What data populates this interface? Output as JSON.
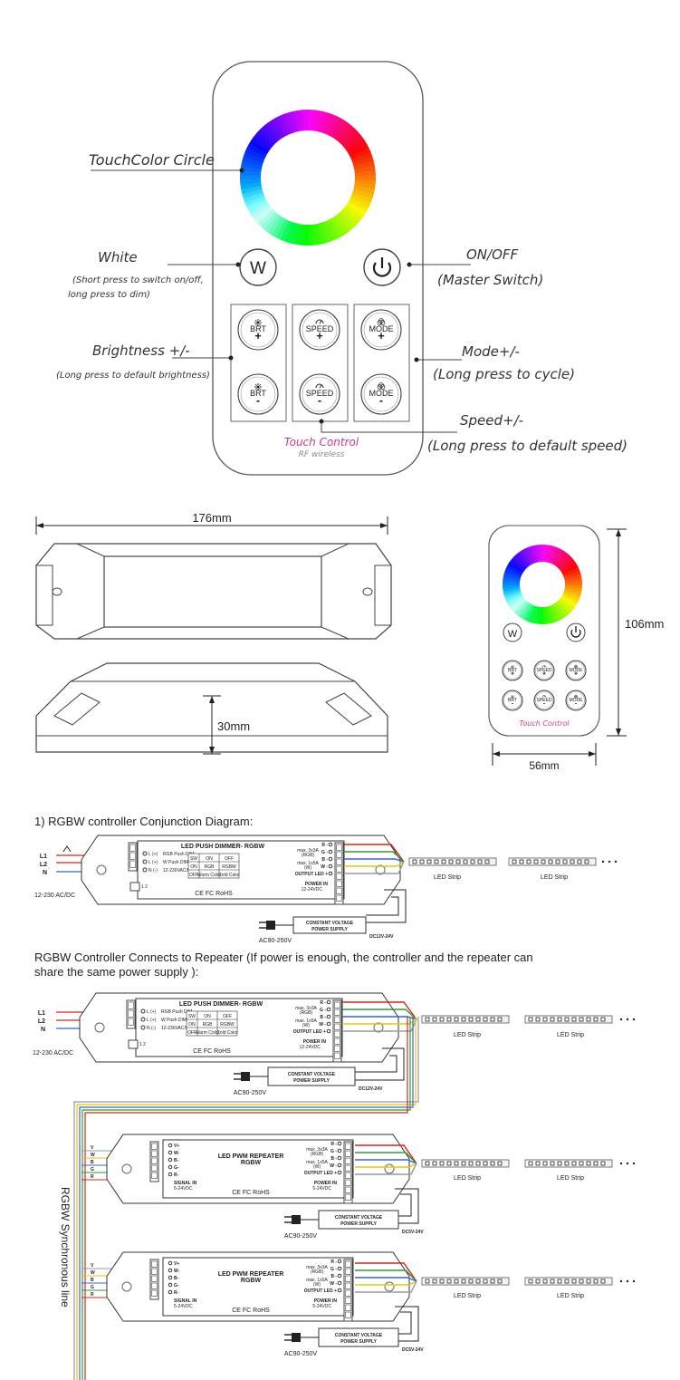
{
  "remote": {
    "callouts": {
      "touch_circle": "TouchColor Circle",
      "white": "White",
      "white_note1": "(Short press to switch on/off,",
      "white_note2": "long press to dim)",
      "onoff": "ON/OFF",
      "onoff_note": "(Master Switch)",
      "brightness": "Brightness +/-",
      "brightness_note": "(Long press to default brightness)",
      "mode": "Mode+/-",
      "mode_note": "(Long press to cycle)",
      "speed": "Speed+/-",
      "speed_note": "(Long press to default speed)"
    },
    "buttons": {
      "w": "W",
      "brt": "BRT",
      "speed": "SPEED",
      "mode": "MODE",
      "plus": "+",
      "minus": "-"
    },
    "brand": "Touch Control",
    "brand_sub": "RF wireless"
  },
  "dimensions": {
    "width": "176mm",
    "height": "30mm",
    "remote_height": "106mm",
    "remote_width": "56mm"
  },
  "diagram1": {
    "title": "1)  RGBW controller Conjunction Diagram:",
    "inputs": [
      "L1",
      "L2",
      "N"
    ],
    "mains": "12-230 AC/DC",
    "device_title": "LED  PUSH  DIMMER- RGBW",
    "left_terms": [
      "L (+)",
      "L (+)",
      "N (-)"
    ],
    "push_labels": [
      "RGB Push DIM",
      "W Push DIM",
      "12-230VAC/DC"
    ],
    "table": {
      "header": [
        "SW",
        "ON",
        "OFF"
      ],
      "rows": [
        [
          "ON",
          "RGB",
          "RGBW"
        ],
        [
          "OFF",
          "Warm Color",
          "Cold Color"
        ]
      ]
    },
    "ratings": [
      "max. 3x3A",
      "(RGB)",
      "max. 1x5A",
      "(W)"
    ],
    "outputs": [
      "R -",
      "G -",
      "B -",
      "W -",
      "OUTPUT LED +"
    ],
    "power_in": "POWER IN",
    "power_range": "12-24VDC",
    "cert": "CE FC RoHS",
    "dip": "1 2",
    "psu": [
      "CONSTANT VOLTAGE",
      "POWER SUPPLY"
    ],
    "ac": "AC90-250V",
    "dc": "DC12V-24V",
    "strip": "LED Strip"
  },
  "diagram2": {
    "title1": "RGBW Controller Connects to Repeater (If  power is enough,  the controller and the repeater can",
    "title2": "share the same power supply ):",
    "sync_line": "RGBW  Synchronous line",
    "repeater_title": "LED PWM REPEATER",
    "repeater_sub": "RGBW",
    "repeater_inputs": [
      "V+",
      "W-",
      "B-",
      "G-",
      "R-"
    ],
    "signal_in": "SIGNAL IN",
    "signal_range": "5-24VDC",
    "repeater_power": "5-24VDC",
    "dc_rep": "DC5V-24V",
    "wire_letters": [
      "V",
      "W",
      "B",
      "G",
      "R"
    ]
  },
  "colors": {
    "red": "#d9241c",
    "green": "#2e9a3a",
    "blue": "#3a63c9",
    "yellow": "#e8c21a",
    "gray": "#9a9a9a"
  }
}
